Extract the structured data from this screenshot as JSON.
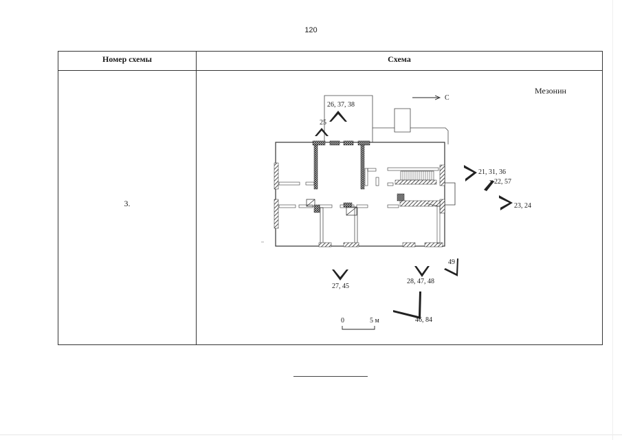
{
  "page": {
    "number": "120"
  },
  "table": {
    "headers": {
      "scheme_number": "Номер схемы",
      "scheme": "Схема"
    },
    "rows": [
      {
        "number": "3."
      }
    ]
  },
  "scheme": {
    "title": "Мезонин",
    "north_label": "С",
    "scale": {
      "zero": "0",
      "max": "5 м"
    },
    "viewpoints": [
      {
        "id": "v1",
        "label": "26, 37, 38"
      },
      {
        "id": "v2",
        "label": "25"
      },
      {
        "id": "v3",
        "label": "21, 31, 36"
      },
      {
        "id": "v4",
        "label": "22, 57"
      },
      {
        "id": "v5",
        "label": "23, 24"
      },
      {
        "id": "v6",
        "label": "49"
      },
      {
        "id": "v7",
        "label": "27, 45"
      },
      {
        "id": "v8",
        "label": "28, 47, 48"
      },
      {
        "id": "v9",
        "label": "46, 84"
      }
    ]
  }
}
